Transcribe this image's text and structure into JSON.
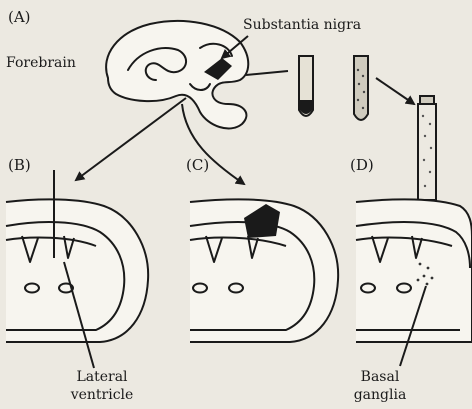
{
  "panels": {
    "a": "(A)",
    "b": "(B)",
    "c": "(C)",
    "d": "(D)"
  },
  "labels": {
    "forebrain": "Forebrain",
    "substantia_nigra": "Substantia nigra",
    "lateral_ventricle": [
      "Lateral",
      "ventricle"
    ],
    "basal_ganglia": [
      "Basal",
      "ganglia"
    ]
  }
}
